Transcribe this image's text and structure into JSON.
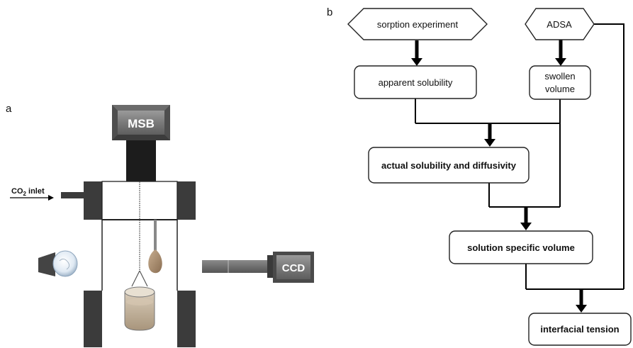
{
  "panel_a": {
    "label": "a",
    "msb_label": "MSB",
    "co2_main": "CO",
    "co2_sub": "2",
    "co2_rest": " inlet",
    "ccd_label": "CCD"
  },
  "panel_b": {
    "label": "b",
    "sorption_experiment": "sorption experiment",
    "adsa": "ADSA",
    "apparent_solubility": "apparent solubility",
    "swollen_volume_line1": "swollen",
    "swollen_volume_line2": "volume",
    "actual_solubility": "actual solubility and diffusivity",
    "solution_specific_volume": "solution specific volume",
    "interfacial_tension": "interfacial tension"
  }
}
